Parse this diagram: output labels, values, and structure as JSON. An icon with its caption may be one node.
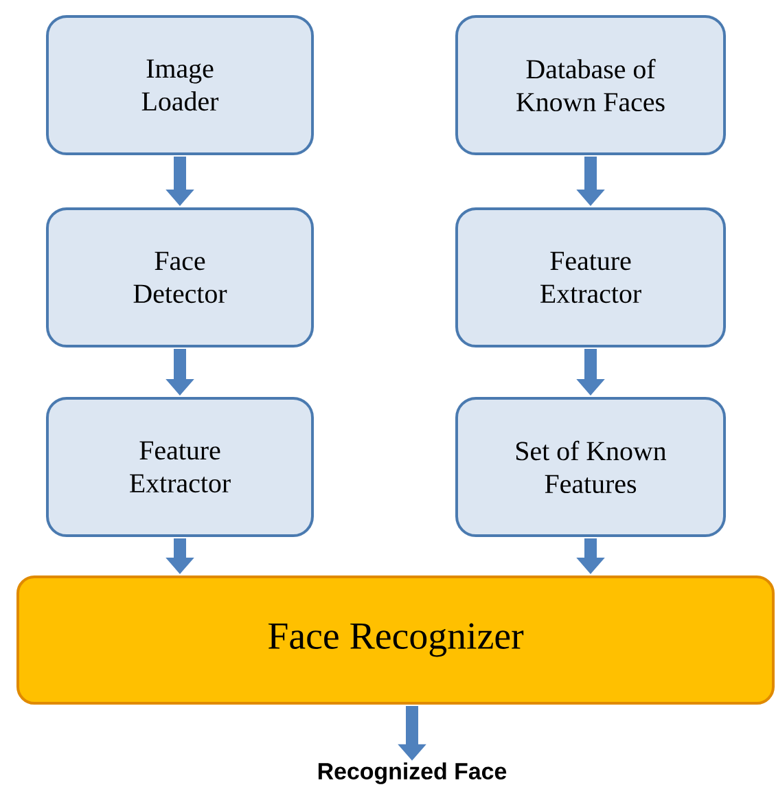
{
  "diagram": {
    "nodes": [
      {
        "text": [
          "Image Loader"
        ]
      },
      {
        "text": [
          "Face Detector"
        ]
      },
      {
        "text": [
          "Feature Extractor"
        ]
      },
      {
        "text": [
          "Database of Known Faces"
        ]
      },
      {
        "text": [
          "Feature Extractor"
        ]
      },
      {
        "text": [
          "Set of Known Features"
        ]
      },
      {
        "text": [
          "Face Recognizer"
        ]
      },
      {
        "text": [
          "Recognized Face"
        ]
      }
    ],
    "edges": [
      {
        "from": 0,
        "to": 1,
        "arrow": "to"
      },
      {
        "from": 1,
        "to": 2,
        "arrow": "to"
      },
      {
        "from": 2,
        "to": 6,
        "arrow": "to"
      },
      {
        "from": 3,
        "to": 4,
        "arrow": "to"
      },
      {
        "from": 4,
        "to": 5,
        "arrow": "to"
      },
      {
        "from": 5,
        "to": 6,
        "arrow": "to"
      },
      {
        "from": 6,
        "to": 7,
        "arrow": "to"
      }
    ]
  }
}
